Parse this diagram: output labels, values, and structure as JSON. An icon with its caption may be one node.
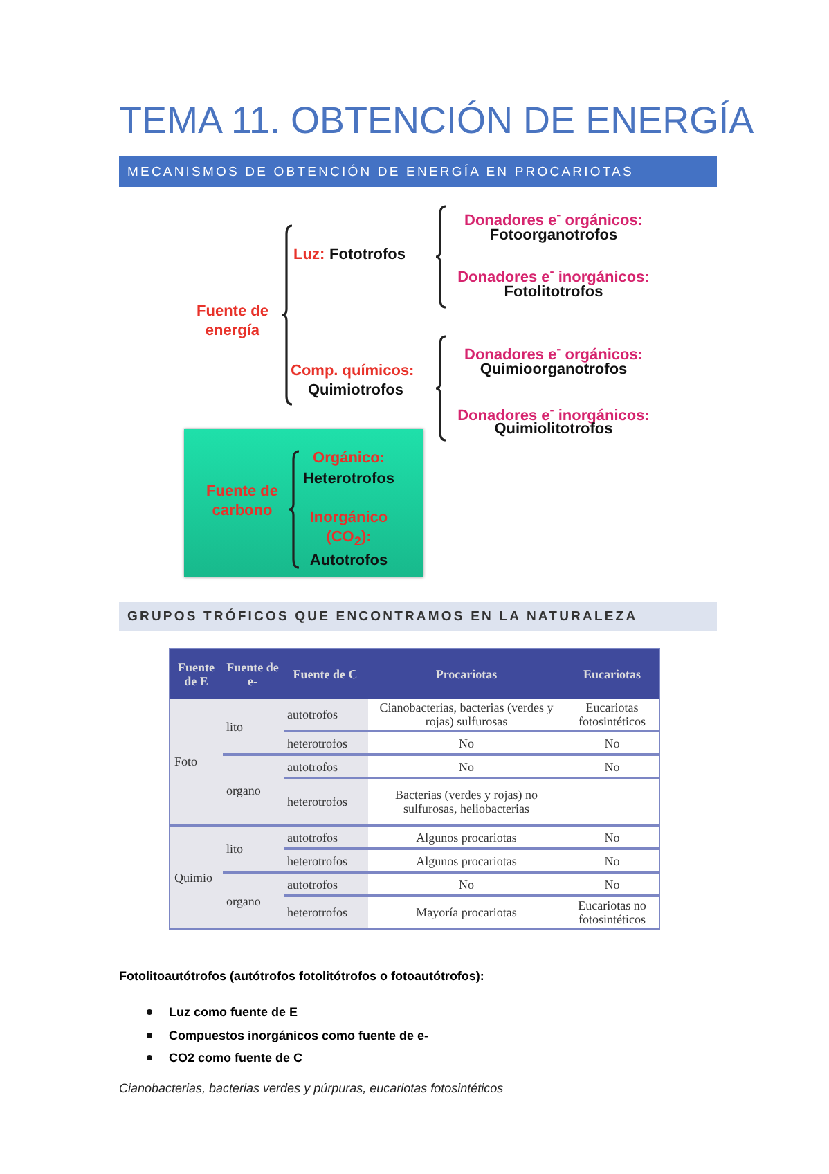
{
  "diagram": {
    "title": "TEMA 11. OBTENCIÓN DE ENERGÍA",
    "nodes": [
      {
        "text": [
          "MECANISMOS DE OBTENCIÓN DE ENERGÍA EN PROCARIOTAS"
        ]
      },
      {
        "text": [
          "Fuente de carbono",
          "Orgánico:",
          "Heterotrofos",
          "Inorgánico (CO$_{2}$):",
          "Autotrofos"
        ]
      },
      {
        "text": [
          "GRUPOS TRÓFICOS QUE ENCONTRAMOS EN LA NATURALEZA"
        ]
      }
    ],
    "labels": [
      "Fuente de energía",
      "Luz:",
      "Fototrofos",
      "Comp. químicos:",
      "Quimiotrofos",
      "Donadores e$^{-}$ orgánicos:",
      "Fotoorganotrofos",
      "Donadores e$^{-}$ inorgánicos:",
      "Fotolitotrofos",
      "Donadores e$^{-}$ orgánicos:",
      "Quimioorganotrofos",
      "Donadores e$^{-}$ inorgánicos:",
      "Quimiolitotrofos",
      "Fuente de E",
      "Fuente de e-",
      "Fuente de C",
      "Procariotas",
      "Eucariotas",
      "Foto",
      "lito",
      "autotrofos",
      "Cianobacterias, bacterias (verdes y rojas) sulfurosas",
      "Eucariotas fotosintéticos",
      "heterotrofos",
      "No",
      "No",
      "organo",
      "autotrofos",
      "No",
      "No",
      "heterotrofos",
      "Bacterias (verdes y rojas) no sulfurosas, heliobacterias",
      "Quimio",
      "lito",
      "autotrofos",
      "Algunos procariotas",
      "No",
      "heterotrofos",
      "Algunos procariotas",
      "No",
      "organo",
      "autotrofos",
      "No",
      "No",
      "heterotrofos",
      "Mayoría procariotas",
      "Eucariotas no fotosintéticos",
      "Fotolitoautótrofos (autótrofos fotolitótrofos o fotoautótrofos):",
      "Luz como fuente de E",
      "Compuestos inorgánicos como fuente de e-",
      "CO2 como fuente de C",
      "Cianobacterias, bacterias verdes y púrpuras, eucariotas fotosintéticos"
    ]
  }
}
